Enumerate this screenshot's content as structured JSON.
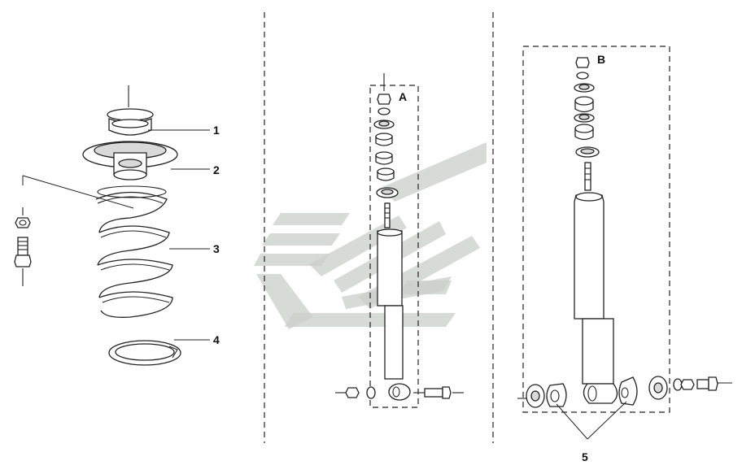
{
  "callouts": {
    "c1": "1",
    "c2": "2",
    "c3": "3",
    "c4": "4",
    "c5": "5",
    "cA": "A",
    "cB": "B"
  },
  "colors": {
    "line": "#222222",
    "watermark": "#c9cfca",
    "background": "#ffffff"
  },
  "icons": {
    "watermark": "brand-logo-watermark"
  }
}
